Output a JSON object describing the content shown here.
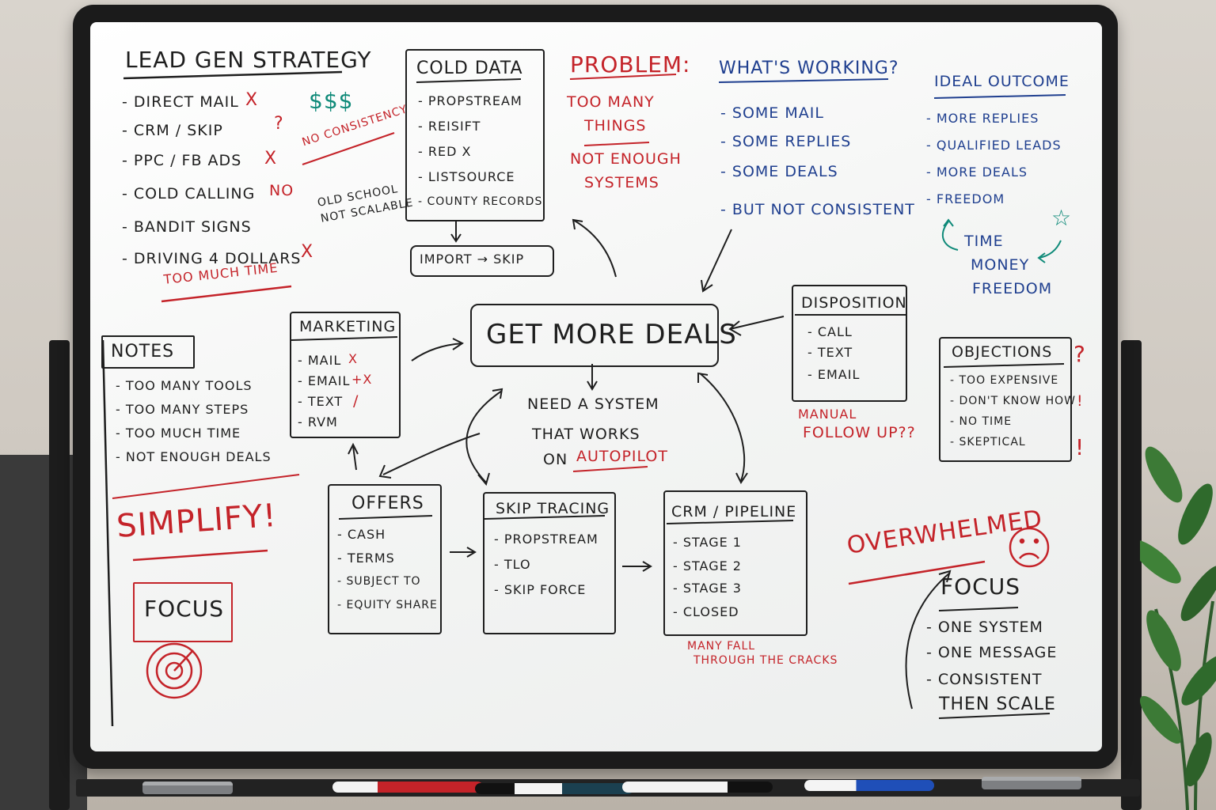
{
  "lead_gen": {
    "title": "LEAD GEN STRATEGY",
    "items": [
      {
        "label": "- DIRECT MAIL",
        "mark": "X"
      },
      {
        "label": "- CRM / SKIP",
        "mark": "?"
      },
      {
        "label": "- PPC / FB ADS",
        "mark": "X"
      },
      {
        "label": "- COLD CALLING",
        "mark": "NO"
      },
      {
        "label": "- BANDIT SIGNS",
        "mark": ""
      },
      {
        "label": "- DRIVING 4 DOLLARS",
        "mark": "X"
      }
    ],
    "dollars": "$$$",
    "no_consistency": "NO CONSISTENCY",
    "old_school_1": "OLD SCHOOL",
    "old_school_2": "NOT SCALABLE",
    "too_much_time": "TOO MUCH TIME"
  },
  "cold_data": {
    "title": "COLD DATA",
    "items": [
      "- PROPSTREAM",
      "- REISIFT",
      "- RED X",
      "- LISTSOURCE",
      "- COUNTY RECORDS"
    ],
    "import_skip": "IMPORT → SKIP"
  },
  "problem": {
    "title": "PROBLEM:",
    "line1": "TOO MANY",
    "line2": "THINGS",
    "line3": "NOT ENOUGH",
    "line4": "SYSTEMS"
  },
  "whats_working": {
    "title": "WHAT'S WORKING?",
    "items": [
      "- SOME MAIL",
      "- SOME REPLIES",
      "- SOME DEALS",
      "- BUT NOT CONSISTENT"
    ]
  },
  "ideal_outcome": {
    "title": "IDEAL OUTCOME",
    "items": [
      "- MORE REPLIES",
      "- QUALIFIED LEADS",
      "- MORE DEALS",
      "- FREEDOM"
    ],
    "time": "TIME",
    "money": "MONEY",
    "freedom": "FREEDOM",
    "star": "☆"
  },
  "notes": {
    "title": "NOTES",
    "items": [
      "- TOO MANY TOOLS",
      "- TOO MANY STEPS",
      "- TOO MUCH TIME",
      "- NOT ENOUGH DEALS"
    ],
    "simplify": "SIMPLIFY!",
    "focus": "FOCUS"
  },
  "marketing": {
    "title": "MARKETING",
    "items": [
      {
        "label": "- MAIL",
        "mark": "X"
      },
      {
        "label": "- EMAIL",
        "mark": "+X"
      },
      {
        "label": "- TEXT",
        "mark": "/"
      },
      {
        "label": "- RVM",
        "mark": ""
      }
    ]
  },
  "center": {
    "title": "GET MORE DEALS",
    "need_1": "NEED A SYSTEM",
    "need_2": "THAT WORKS",
    "need_3_prefix": "ON",
    "need_3_red": "AUTOPILOT"
  },
  "disposition": {
    "title": "DISPOSITION",
    "items": [
      "- CALL",
      "- TEXT",
      "- EMAIL"
    ],
    "manual_1": "MANUAL",
    "manual_2": "FOLLOW UP??"
  },
  "objections": {
    "title": "OBJECTIONS",
    "items": [
      "- TOO EXPENSIVE",
      "- DON'T KNOW HOW",
      "- NO TIME",
      "- SKEPTICAL"
    ],
    "marks": [
      "?",
      "!",
      "!"
    ]
  },
  "offers": {
    "title": "OFFERS",
    "items": [
      "- CASH",
      "- TERMS",
      "- SUBJECT TO",
      "- EQUITY SHARE"
    ]
  },
  "skip_tracing": {
    "title": "SKIP TRACING",
    "items": [
      "- PROPSTREAM",
      "- TLO",
      "- SKIP FORCE"
    ]
  },
  "crm": {
    "title": "CRM / PIPELINE",
    "items": [
      "- STAGE 1",
      "- STAGE 2",
      "- STAGE 3",
      "- CLOSED"
    ],
    "cracks_1": "MANY FALL",
    "cracks_2": "THROUGH THE CRACKS"
  },
  "overwhelmed": {
    "title": "OVERWHELMED",
    "focus_title": "FOCUS",
    "items": [
      "- ONE SYSTEM",
      "- ONE MESSAGE",
      "- CONSISTENT"
    ],
    "then_scale": "THEN SCALE"
  },
  "colors": {
    "black_marker": "#1e1e1e",
    "red_marker": "#c42329",
    "blue_marker": "#1f3f8f",
    "green_marker": "#0f8a79"
  }
}
